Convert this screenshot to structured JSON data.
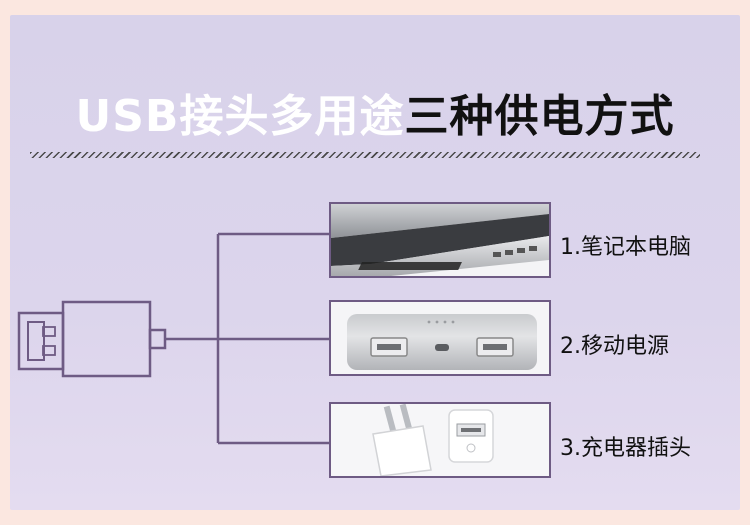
{
  "heading": {
    "part1": "USB接头多用途",
    "part2": "三种供电方式"
  },
  "options": [
    {
      "label": "1.笔记本电脑",
      "icon": "laptop-photo"
    },
    {
      "label": "2.移动电源",
      "icon": "power-bank-photo"
    },
    {
      "label": "3.充电器插头",
      "icon": "charger-plug-photo"
    }
  ],
  "colors": {
    "background": "#fbe7e0",
    "panel": "#d8d2ea",
    "line": "#6e5b84",
    "heading_light": "#ffffff",
    "heading_dark": "#111111"
  }
}
